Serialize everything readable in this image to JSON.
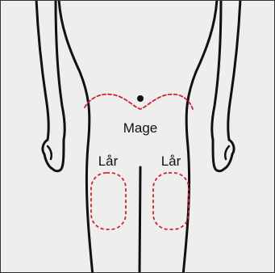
{
  "labels": {
    "abdomen": "Mage",
    "thigh_left": "Lår",
    "thigh_right": "Lår"
  },
  "colors": {
    "background": "#eeeeee",
    "outline": "#111111",
    "injection_zone": "#d9202c",
    "frame": "#333333"
  }
}
